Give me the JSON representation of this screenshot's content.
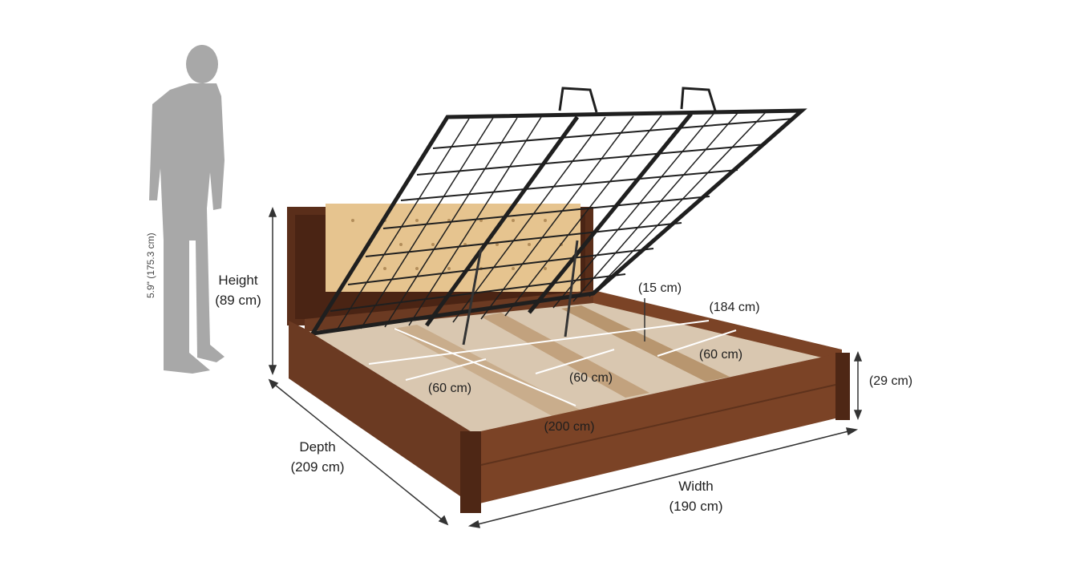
{
  "person_height": "5.9\" (175.3 cm)",
  "height": {
    "title": "Height",
    "value": "(89 cm)"
  },
  "depth": {
    "title": "Depth",
    "value": "(209 cm)"
  },
  "width": {
    "title": "Width",
    "value": "(190 cm)"
  },
  "side_height": "(29 cm)",
  "storage_depth": "(15 cm)",
  "inner_width": "(184 cm)",
  "inner_length": "(200 cm)",
  "compartment_left": "(60 cm)",
  "compartment_middle": "(60 cm)",
  "compartment_right": "(60 cm)",
  "colors": {
    "wood": "#6b3a22",
    "wood_light": "#8a4f2e",
    "cushion": "#e6c48f",
    "metal": "#1f1f1f",
    "silhouette": "#a8a8a8",
    "floor": "#d9c7b0"
  }
}
